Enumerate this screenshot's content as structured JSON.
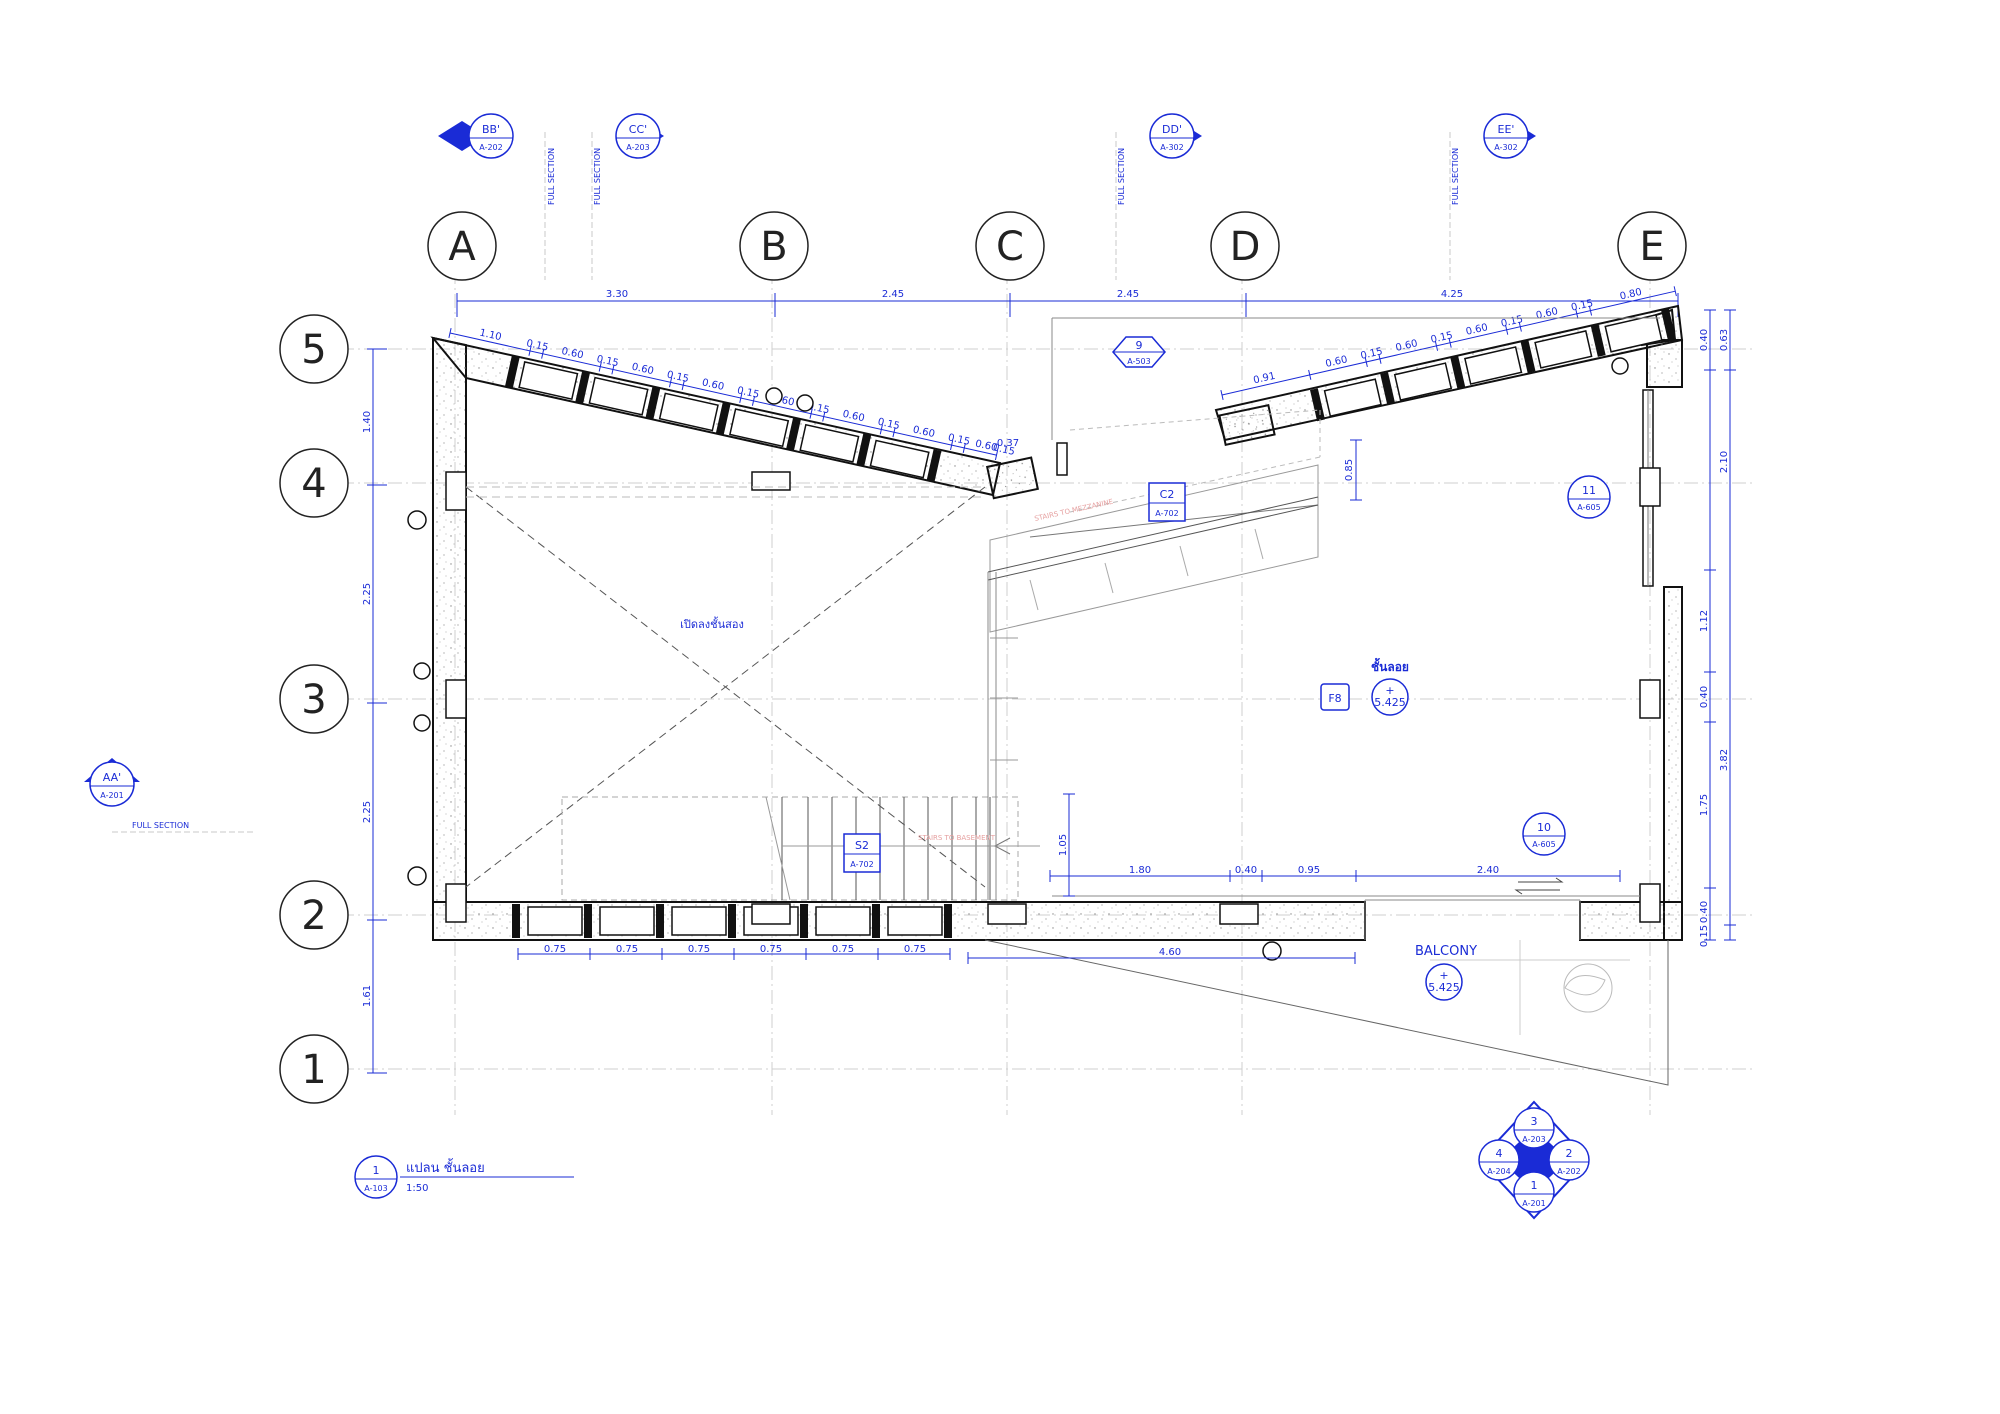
{
  "colors": {
    "annotation": "#1a2bd6",
    "wall": "#111111",
    "grid": "#c8c8c8",
    "hatch": "#9a9a9a"
  },
  "grid": {
    "columns": [
      "A",
      "B",
      "C",
      "D",
      "E"
    ],
    "rows": [
      "5",
      "4",
      "3",
      "2",
      "1"
    ]
  },
  "dimensions": {
    "columns_top": [
      "3.30",
      "2.45",
      "2.45",
      "4.25"
    ],
    "rows_left": [
      "1.40",
      "2.25",
      "2.25",
      "1.61"
    ],
    "window_top_left": [
      "1.10",
      "0.15",
      "0.60",
      "0.15",
      "0.60",
      "0.15",
      "0.60",
      "0.15",
      "0.60",
      "0.15",
      "0.60",
      "0.15",
      "0.60",
      "0.15",
      "0.60",
      "0.15"
    ],
    "window_top_left_end": "0.37",
    "window_top_right": [
      "0.91",
      "0.60",
      "0.15",
      "0.60",
      "0.15",
      "0.60",
      "0.15",
      "0.60",
      "0.15",
      "0.80"
    ],
    "window_bottom": [
      "0.75",
      "0.75",
      "0.75",
      "0.75",
      "0.75",
      "0.75"
    ],
    "bottom_right_span": "4.60",
    "inner_row": [
      "1.80",
      "0.40",
      "0.95",
      "2.40"
    ],
    "inner_vertical": "1.05",
    "stair_offset": "0.85",
    "right_side_1": [
      "0.40",
      "2.10",
      "1.12",
      "0.40",
      "1.75",
      "0.40"
    ],
    "right_side_2": [
      "0.63",
      "3.82",
      "0.15"
    ]
  },
  "section_markers": [
    {
      "label": "BB'",
      "sheet": "A-202",
      "note": "FULL SECTION"
    },
    {
      "label": "CC'",
      "sheet": "A-203",
      "note": "FULL SECTION"
    },
    {
      "label": "DD'",
      "sheet": "A-302",
      "note": "FULL SECTION"
    },
    {
      "label": "EE'",
      "sheet": "A-302",
      "note": "FULL SECTION"
    },
    {
      "label": "AA'",
      "sheet": "A-201",
      "note": "FULL SECTION"
    }
  ],
  "tags": {
    "detail_9": {
      "num": "9",
      "sheet": "A-503"
    },
    "stair_c2": {
      "num": "C2",
      "sheet": "A-702"
    },
    "stair_s2": {
      "num": "S2",
      "sheet": "A-702"
    },
    "detail_11": {
      "num": "11",
      "sheet": "A-605"
    },
    "detail_10": {
      "num": "10",
      "sheet": "A-605"
    },
    "finish": "F8"
  },
  "room": {
    "void_label": "เปิดลงชั้นสอง",
    "name": "ชั้นลอย",
    "level": "5.425",
    "balcony_name": "BALCONY",
    "balcony_level": "5.425",
    "stair_note_1": "STAIRS TO MEZZANINE",
    "stair_note_2": "STAIRS TO BASEMENT"
  },
  "elevation_marker": {
    "top": {
      "num": "3",
      "sheet": "A-203"
    },
    "right": {
      "num": "2",
      "sheet": "A-202"
    },
    "bottom": {
      "num": "1",
      "sheet": "A-201"
    },
    "left": {
      "num": "4",
      "sheet": "A-204"
    }
  },
  "title_block": {
    "num": "1",
    "sheet": "A-103",
    "title": "แปลน ชั้นลอย",
    "scale": "1:50"
  }
}
